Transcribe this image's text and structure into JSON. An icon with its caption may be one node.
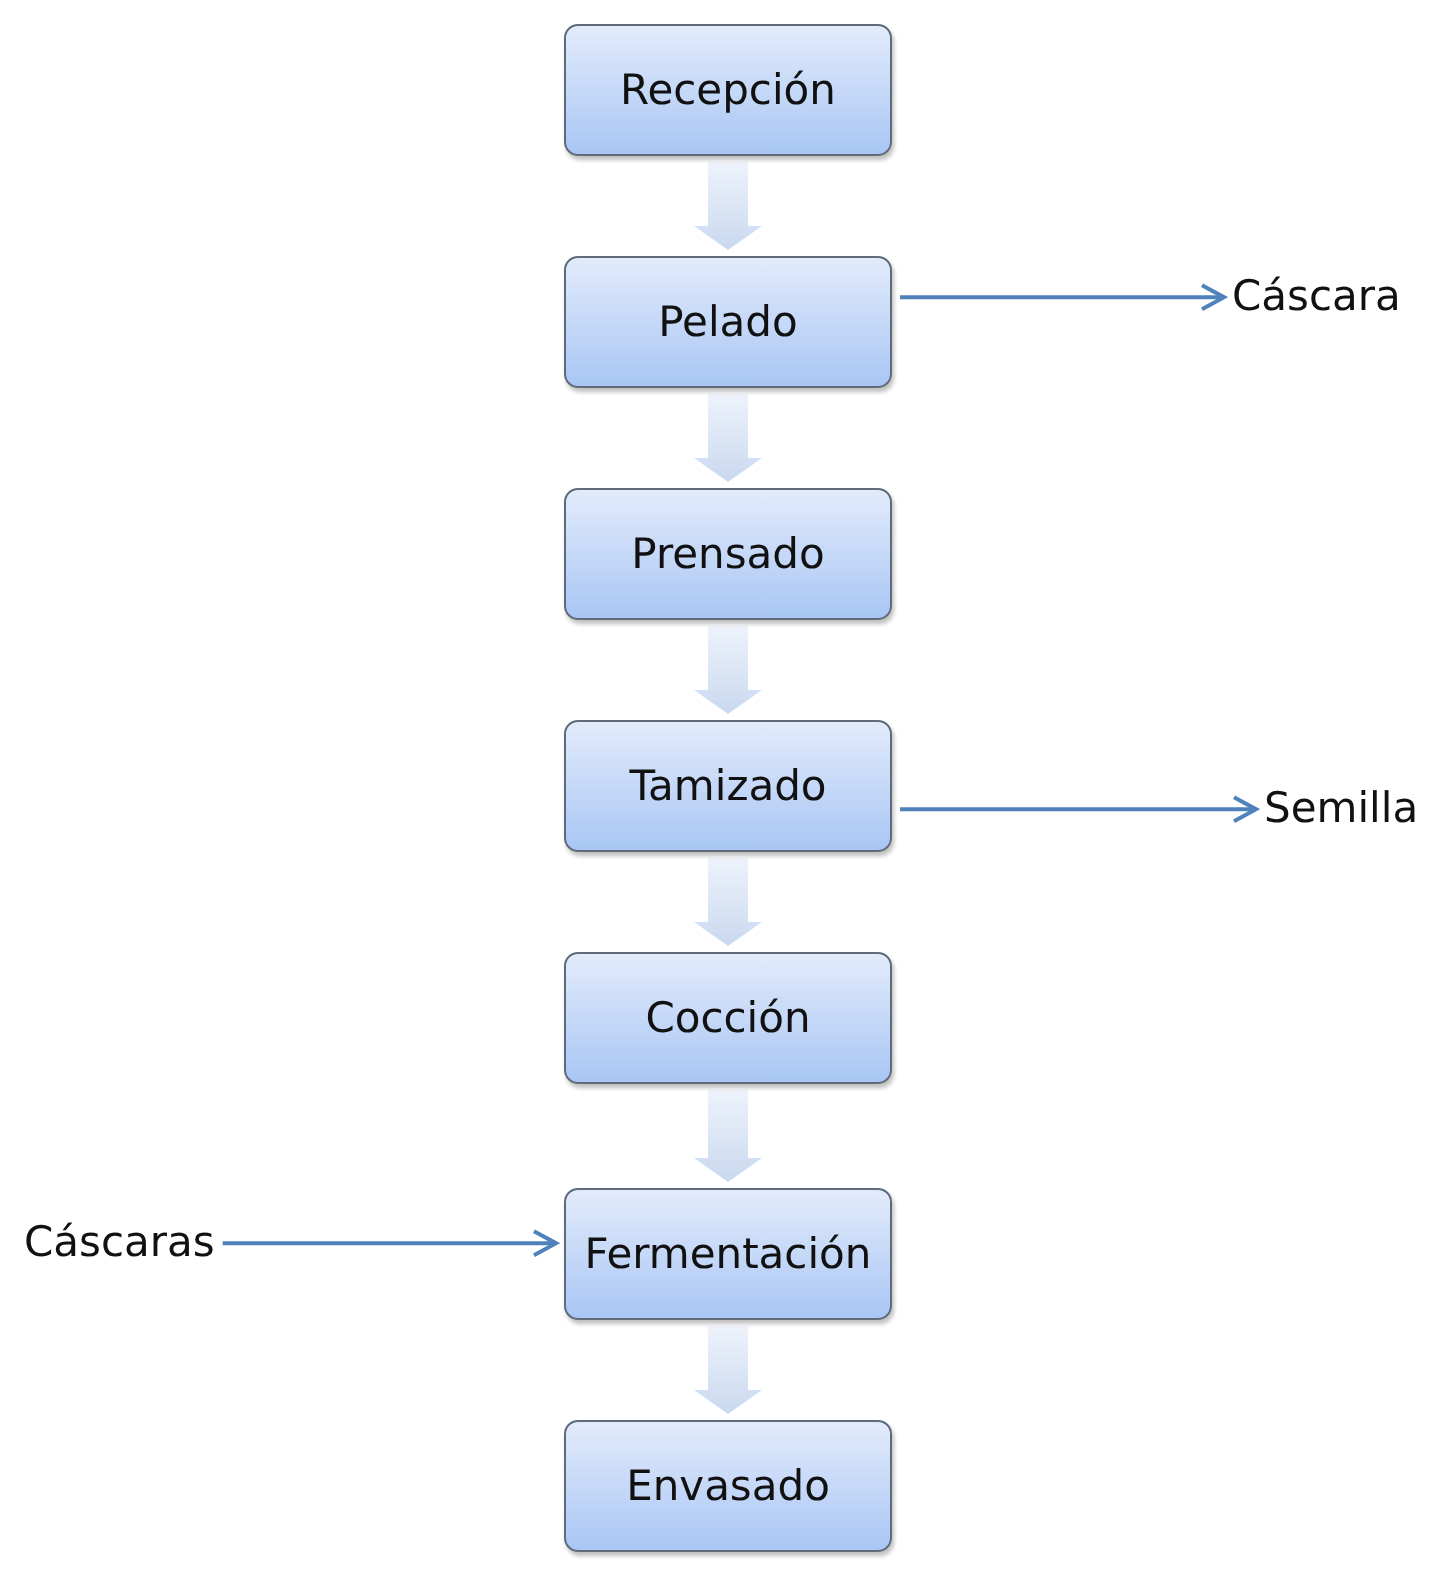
{
  "diagram": {
    "nodes": [
      {
        "text": [
          "Recepción"
        ]
      },
      {
        "text": [
          "Pelado"
        ]
      },
      {
        "text": [
          "Prensado"
        ]
      },
      {
        "text": [
          "Tamizado"
        ]
      },
      {
        "text": [
          "Cocción"
        ]
      },
      {
        "text": [
          "Fermentación"
        ]
      },
      {
        "text": [
          "Envasado"
        ]
      },
      {
        "text": [
          "Cáscara"
        ]
      },
      {
        "text": [
          "Semilla"
        ]
      },
      {
        "text": [
          "Cáscaras"
        ]
      }
    ],
    "edges": [
      {
        "from": 0,
        "to": 1,
        "arrow": "to"
      },
      {
        "from": 1,
        "to": 2,
        "arrow": "to"
      },
      {
        "from": 2,
        "to": 3,
        "arrow": "to"
      },
      {
        "from": 3,
        "to": 4,
        "arrow": "to"
      },
      {
        "from": 4,
        "to": 5,
        "arrow": "to"
      },
      {
        "from": 5,
        "to": 6,
        "arrow": "to"
      },
      {
        "from": 1,
        "to": 7,
        "arrow": "to"
      },
      {
        "from": 3,
        "to": 8,
        "arrow": "to"
      },
      {
        "from": 9,
        "to": 5,
        "arrow": "to"
      }
    ]
  }
}
